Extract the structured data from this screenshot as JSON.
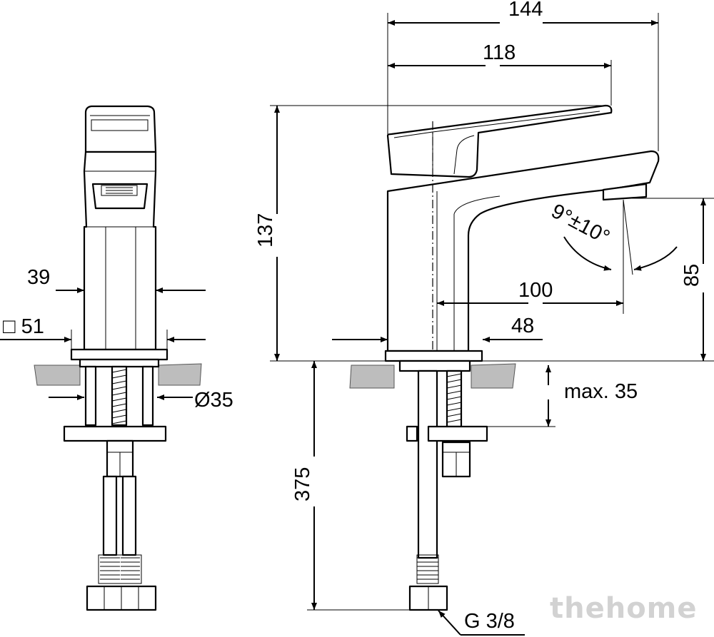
{
  "dimensions": {
    "width_overall": "144",
    "spout_reach": "118",
    "height_total": "137",
    "outlet_height": "85",
    "outlet_to_axis": "100",
    "base_axis": "48",
    "spray_angle": "9°±10°",
    "body_width": "39",
    "base_square": "□ 51",
    "hole_diameter": "Ø35",
    "deck_thickness": "max. 35",
    "hose_length": "375",
    "connection_thread": "G 3/8"
  },
  "watermark": "thehome"
}
